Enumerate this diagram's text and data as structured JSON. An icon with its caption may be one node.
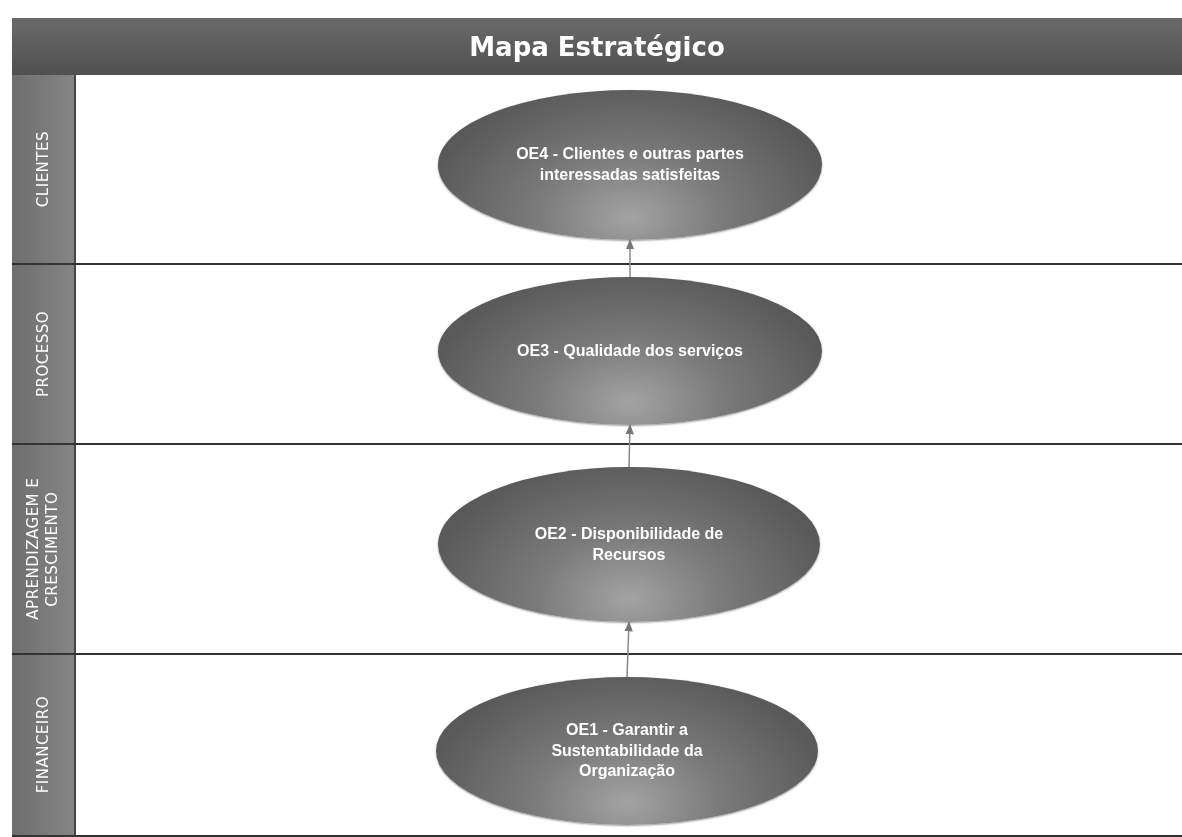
{
  "diagram": {
    "title": "Mapa Estratégico",
    "nodes": [
      {
        "text": [
          "CLIENTES"
        ]
      },
      {
        "text": [
          "OE4 - Clientes e outras partes interessadas satisfeitas"
        ],
        "in": 0
      },
      {
        "text": [
          "PROCESSO"
        ]
      },
      {
        "text": [
          "OE3 - Qualidade dos serviços"
        ],
        "in": 2
      },
      {
        "text": [
          "APRENDIZAGEM E CRESCIMENTO"
        ]
      },
      {
        "text": [
          "OE2 - Disponibilidade de Recursos"
        ],
        "in": 4
      },
      {
        "text": [
          "FINANCEIRO"
        ]
      },
      {
        "text": [
          "OE1 - Garantir a Sustentabilidade da Organização"
        ],
        "in": 6
      }
    ],
    "edges": [
      {
        "from": 7,
        "to": 5,
        "arrow": "to"
      },
      {
        "from": 5,
        "to": 3,
        "arrow": "to"
      },
      {
        "from": 3,
        "to": 1,
        "arrow": "to"
      }
    ]
  }
}
